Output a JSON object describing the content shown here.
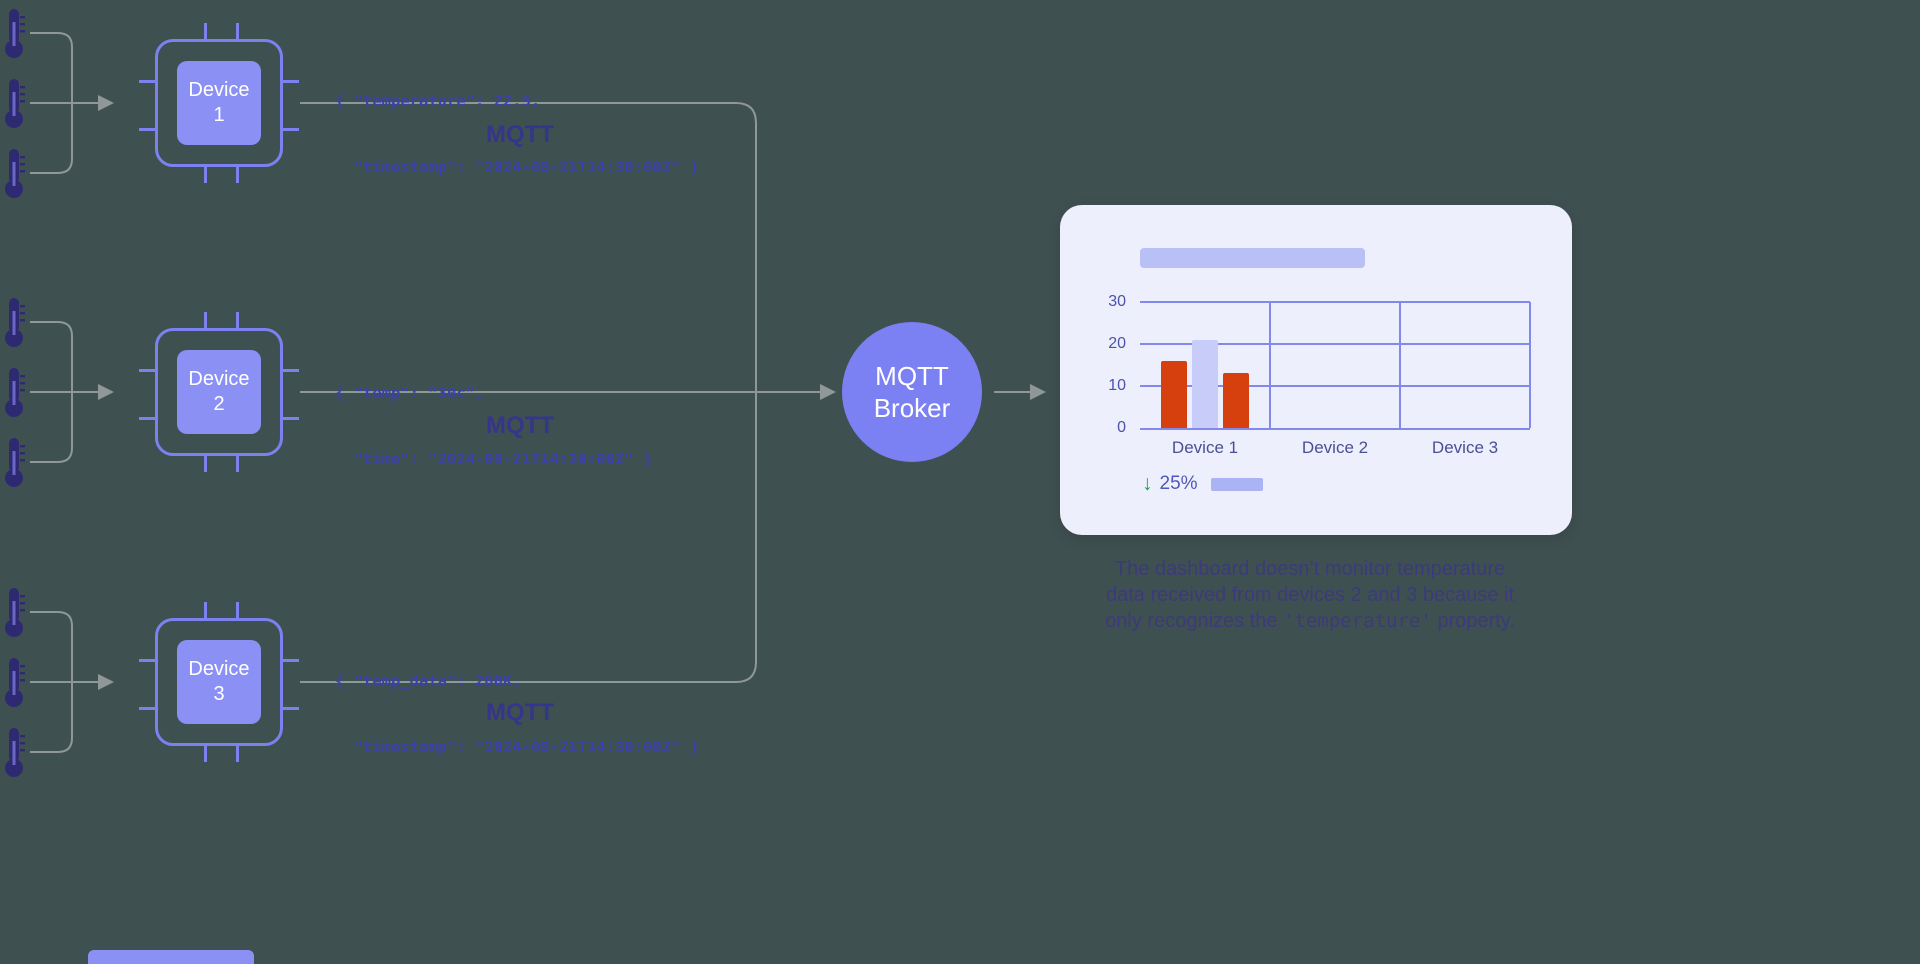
{
  "colors": {
    "background": "#3f5050",
    "accent": "#7b82f0",
    "chip_fill": "#8b90f4",
    "code_text": "#3c41a8",
    "mqtt_label": "#35358c",
    "broker_fill": "#7b80f2",
    "card_bg": "#edeffc",
    "grid": "#8289ec",
    "bar_red": "#d6400f",
    "bar_light": "#c7cdf8",
    "tick_text": "#4b51ad",
    "green": "#19a356",
    "connector": "#8f9797",
    "thermometer": "#2e2a72",
    "caption": "#3c3a7c"
  },
  "sensors": {
    "icon": "thermometer-icon",
    "per_device": 3
  },
  "devices": [
    {
      "label": "Device 1",
      "payload": [
        "{ \"temperature\": 22.5,",
        "  \"timestamp\": \"2024-08-21T14:30:00Z\" }"
      ],
      "protocol": "MQTT"
    },
    {
      "label": "Device 2",
      "payload": [
        "{ \"temp\": “30c”,",
        "  \"time\": \"2024-08-21T14:30:00Z\" }"
      ],
      "protocol": "MQTT"
    },
    {
      "label": "Device 3",
      "payload": [
        "{ \"temp_data\": 200K,",
        "  \"timestamp\": \"2024-08-21T14:30:00Z\" }"
      ],
      "protocol": "MQTT"
    }
  ],
  "broker": {
    "label": [
      "MQTT",
      "Broker"
    ]
  },
  "dashboard": {
    "footer_change": "25%"
  },
  "chart_data": {
    "type": "bar",
    "title": "",
    "categories": [
      "Device 1",
      "Device 2",
      "Device 3"
    ],
    "series": [
      {
        "name": "reading-1",
        "color": "#d6400f",
        "values": [
          16,
          0,
          0
        ]
      },
      {
        "name": "reading-2",
        "color": "#c7cdf8",
        "values": [
          21,
          0,
          0
        ]
      },
      {
        "name": "reading-3",
        "color": "#d6400f",
        "values": [
          13,
          0,
          0
        ]
      }
    ],
    "ylim": [
      0,
      30
    ],
    "yticks": [
      0,
      10,
      20,
      30
    ],
    "grid": true,
    "legend": false,
    "note": "Only Device 1 has bars; Devices 2 and 3 are empty"
  },
  "caption": {
    "line1": "The dashboard doesn’t monitor temperature",
    "line2": "data received from devices 2 and 3 because it",
    "line3_pre": "only recognizes the ",
    "line3_code": "'temperature'",
    "line3_post": " property."
  }
}
